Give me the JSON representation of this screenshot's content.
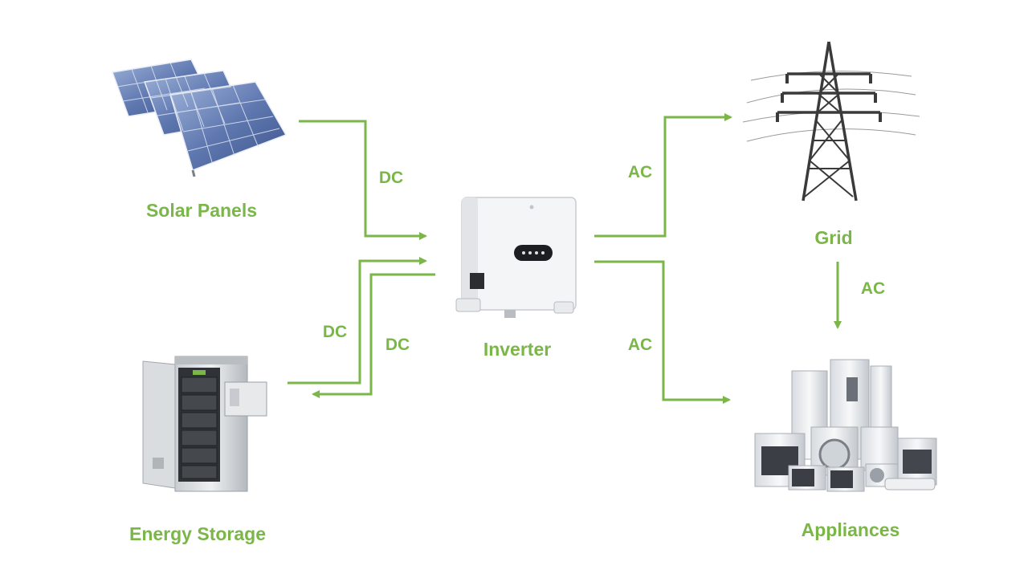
{
  "colors": {
    "accent": "#7ab648"
  },
  "nodes": {
    "solar": {
      "label": "Solar Panels",
      "icon": "solar-panel-icon"
    },
    "storage": {
      "label": "Energy Storage",
      "icon": "battery-cabinet-icon"
    },
    "inverter": {
      "label": "Inverter",
      "icon": "inverter-icon"
    },
    "grid": {
      "label": "Grid",
      "icon": "transmission-tower-icon"
    },
    "appliances": {
      "label": "Appliances",
      "icon": "home-appliances-icon"
    }
  },
  "flows": {
    "solar_to_inverter": "DC",
    "storage_to_inverter": "DC",
    "inverter_to_storage": "DC",
    "inverter_to_grid": "AC",
    "grid_to_appliances": "AC",
    "inverter_to_appliances": "AC"
  }
}
